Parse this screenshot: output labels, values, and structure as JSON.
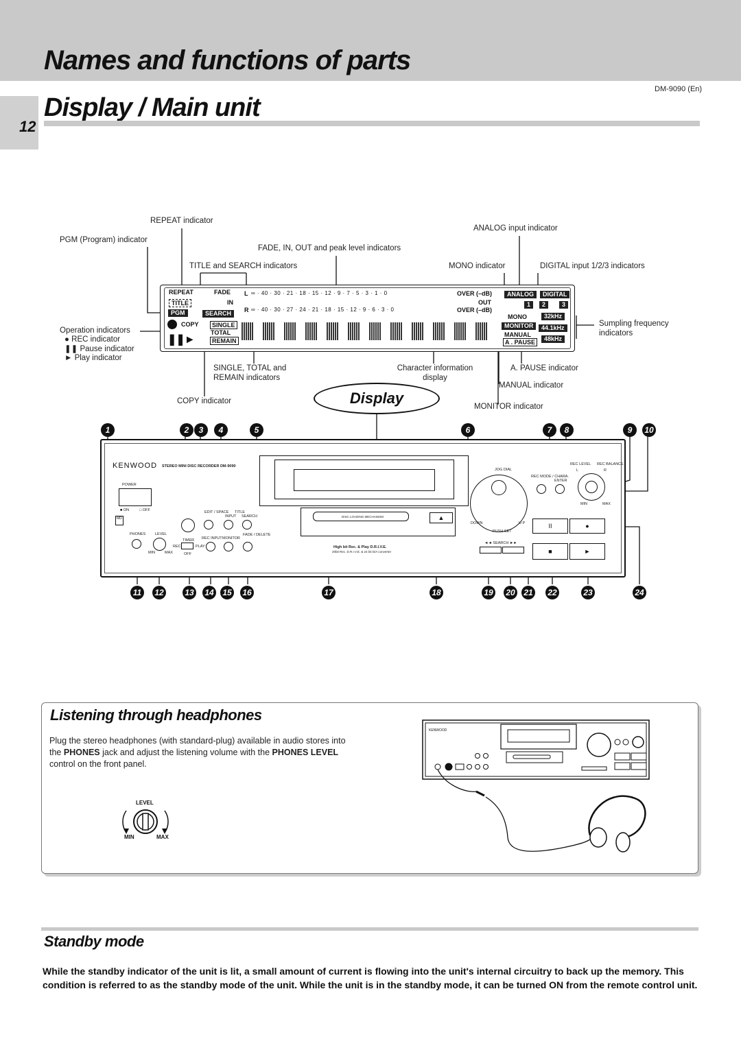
{
  "header": {
    "title": "Names and functions of parts",
    "section_title": "Display / Main unit",
    "page_number": "12",
    "model_code": "DM-9090 (En)"
  },
  "display_callouts": {
    "repeat": "REPEAT indicator",
    "pgm": "PGM (Program) indicator",
    "fade": "FADE, IN, OUT and peak level indicators",
    "title_search": "TITLE and SEARCH indicators",
    "analog": "ANALOG input indicator",
    "mono": "MONO indicator",
    "digital": "DIGITAL input 1/2/3 indicators",
    "operation": "Operation indicators",
    "rec": "REC indicator",
    "pause": "Pause indicator",
    "play": "Play indicator",
    "sampling_1": "Sumpling frequency",
    "sampling_2": "indicators",
    "single_1": "SINGLE, TOTAL and",
    "single_2": "REMAIN indicators",
    "char_1": "Character information",
    "char_2": "display",
    "apause": "A. PAUSE indicator",
    "manual": "MANUAL indicator",
    "copy": "COPY indicator",
    "monitor": "MONITOR indicator",
    "display_oval": "Display"
  },
  "lcd": {
    "repeat": "REPEAT",
    "title": "TITLE",
    "pgm": "PGM",
    "fade": "FADE",
    "in": "IN",
    "search": "SEARCH",
    "copy": "COPY",
    "single": "SINGLE",
    "total": "TOTAL",
    "remain": "REMAIN",
    "l": "L",
    "r": "R",
    "scale_l": "∞ · 40 · 30 · 21 · 18 · 15 · 12 · 9 · 7 · 5 · 3 · 1 · 0",
    "scale_r": "∞ · 40 · 30 · 27 · 24 · 21 · 18 · 15 · 12 · 9 · 6 · 3 · 0",
    "over_l": "OVER (–dB)",
    "out": "OUT",
    "over_r": "OVER (–dB)",
    "analog": "ANALOG",
    "digital": "DIGITAL",
    "d1": "1",
    "d2": "2",
    "d3": "3",
    "mono": "MONO",
    "monitor": "MONITOR",
    "manual": "MANUAL",
    "apause": "A . PAUSE",
    "f32": "32kHz",
    "f44": "44.1kHz",
    "f48": "48kHz"
  },
  "numbers_top": [
    "1",
    "2",
    "3",
    "4",
    "5",
    "6",
    "7",
    "8",
    "9",
    "10"
  ],
  "numbers_bottom": [
    "11",
    "12",
    "13",
    "14",
    "15",
    "16",
    "17",
    "18",
    "19",
    "20",
    "21",
    "22",
    "23",
    "24"
  ],
  "unit": {
    "brand": "KENWOOD",
    "model": "STEREO MINI DISC RECORDER DM-9090",
    "power": "POWER",
    "on": "■ ON",
    "off": "□ OFF",
    "phones": "PHONES",
    "level": "LEVEL",
    "timer": "TIMER",
    "rec": "REC",
    "play": "PLAY",
    "timer_off": "OFF",
    "min": "MIN",
    "max": "MAX",
    "edit_space": "EDIT / SPACE",
    "title": "TITLE",
    "input": "INPUT",
    "search": "SEARCH",
    "rec_input": "REC INPUT",
    "monitor": "MONITOR",
    "fade_delete": "FADE / DELETE",
    "disc_loading": "DISC LOADING MECHANISM",
    "hibit": "High bit Rec. & Play D.R.I.V.E.",
    "hibit_sub": "20bit Rec. D.R.I.V.E. & 24 bit D/A converter",
    "jog": "JOG DIAL",
    "down": "DOWN",
    "up": "U P",
    "push_set": "PUSH SET",
    "rec_mode": "REC MODE / CHARA.",
    "enter": "ENTER",
    "rec_level": "REC LEVEL",
    "rec_balance": "REC BALANCE",
    "l": "L",
    "r": "R",
    "rl_min": "MIN",
    "rl_max": "MAX",
    "search_btn": "◄◄ SEARCH ►►",
    "eject": "▲",
    "pause_btn": "II",
    "rec_btn": "●",
    "stop_btn": "■",
    "play_btn": "►"
  },
  "headphones": {
    "title": "Listening through headphones",
    "text_1": "Plug the stereo headphones (with standard-plug) available in audio stores into the ",
    "bold_1": "PHONES",
    "text_2": " jack and adjust the listening volume with the ",
    "bold_2": "PHONES LEVEL",
    "text_3": " control on the front panel.",
    "level": "LEVEL",
    "min": "MIN",
    "max": "MAX",
    "brand": "KENWOOD"
  },
  "standby": {
    "title": "Standby mode",
    "text": "While the standby indicator of the unit is lit, a small amount of current is flowing into the unit's internal circuitry to back up the memory. This condition is referred to as the standby mode of the unit. While the unit is in the standby mode, it can be turned ON from the remote control unit."
  }
}
